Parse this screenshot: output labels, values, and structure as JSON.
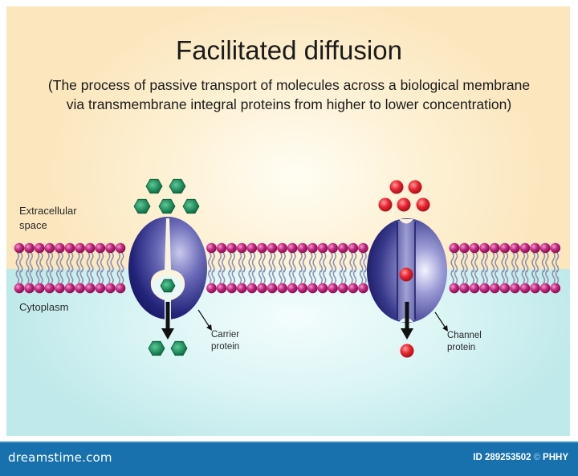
{
  "title": "Facilitated diffusion",
  "subtitle_line1": "(The process of passive transport of molecules across a biological membrane",
  "subtitle_line2": "via transmembrane integral proteins from higher to lower concentration)",
  "regions": {
    "extracellular_line1": "Extracellular",
    "extracellular_line2": "space",
    "cytoplasm": "Cytoplasm"
  },
  "proteins": {
    "carrier": {
      "label_line1": "Carrier",
      "label_line2": "protein",
      "molecule_shape": "hexagon",
      "molecule_color": "#1f8a5c",
      "molecules_outside": 5,
      "molecules_inside_protein": 1,
      "molecules_cytoplasm": 2
    },
    "channel": {
      "label_line1": "Channel",
      "label_line2": "protein",
      "molecule_shape": "sphere",
      "molecule_color": "#e8242f",
      "molecules_outside": 5,
      "molecules_inside_protein": 1,
      "molecules_cytoplasm": 1
    }
  },
  "colors": {
    "protein": "#2a2a7a",
    "phospholipid_head": "#c2267e",
    "lipid_tail": "#8a8fae",
    "footer": "#1871ad"
  },
  "footer": {
    "logo": "dreamstime.com",
    "id_text": "ID 289253502",
    "copyright_symbol": "©",
    "author": "PHHY"
  }
}
